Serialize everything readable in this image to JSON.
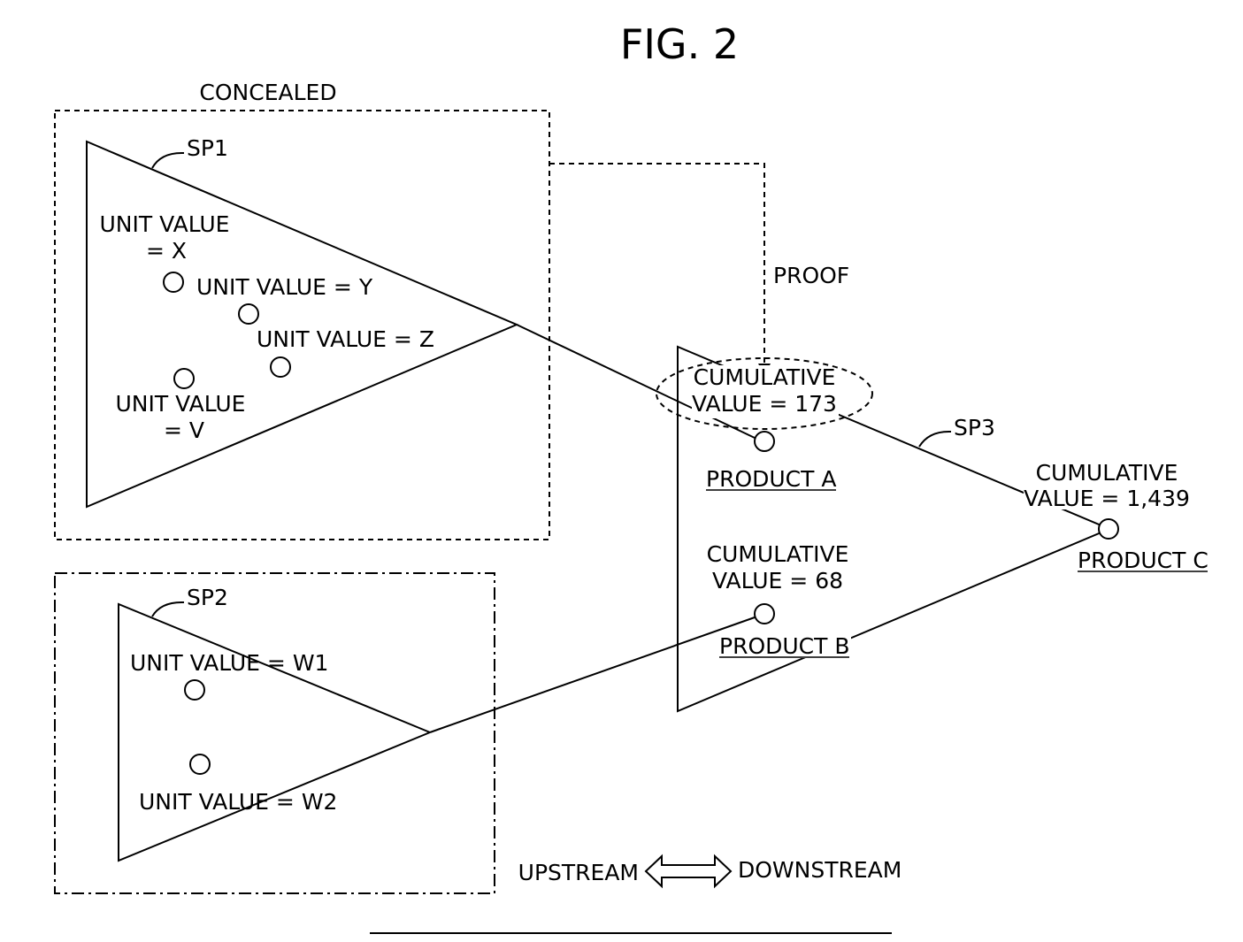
{
  "figure": {
    "title": "FIG. 2",
    "concealed_label": "CONCEALED",
    "proof_label": "PROOF",
    "sp1": {
      "label": "SP1",
      "unit_x_line1": "UNIT VALUE",
      "unit_x_line2": "= X",
      "unit_y": "UNIT VALUE = Y",
      "unit_z": "UNIT VALUE = Z",
      "unit_v_line1": "UNIT VALUE",
      "unit_v_line2": "= V"
    },
    "sp2": {
      "label": "SP2",
      "unit_w1": "UNIT VALUE = W1",
      "unit_w2": "UNIT VALUE = W2"
    },
    "sp3": {
      "label": "SP3",
      "product_a": {
        "cum_line1": "CUMULATIVE",
        "cum_line2": "VALUE = 173",
        "name": "PRODUCT A"
      },
      "product_b": {
        "cum_line1": "CUMULATIVE",
        "cum_line2": "VALUE = 68",
        "name": "PRODUCT B"
      },
      "product_c": {
        "cum_line1": "CUMULATIVE",
        "cum_line2": "VALUE = 1,439",
        "name": "PRODUCT C"
      }
    },
    "direction": {
      "upstream": "UPSTREAM",
      "downstream": "DOWNSTREAM"
    }
  }
}
